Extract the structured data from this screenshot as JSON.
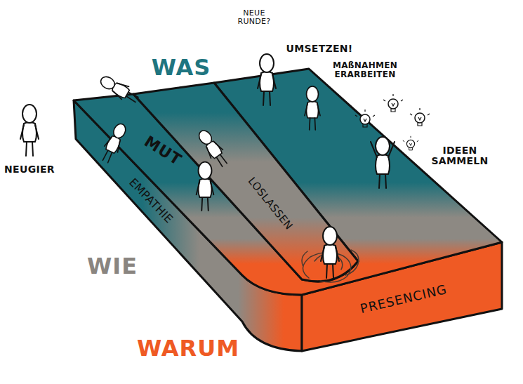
{
  "diagram": {
    "labels": [
      "WAS",
      "NEUE RUNDE?",
      "UMSETZEN!",
      "MAßNAHMEN ERARBEITEN",
      "NEUGIER",
      "MUT",
      "IDEEN SAMMELN",
      "EMPATHIE",
      "LOSLASSEN",
      "WIE",
      "PRESENCING",
      "WARUM"
    ]
  }
}
